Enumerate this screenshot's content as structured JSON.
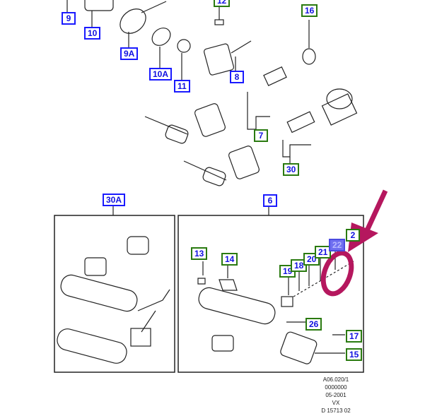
{
  "callouts": {
    "c9": "9",
    "c10": "10",
    "c12": "12",
    "c16": "16",
    "c9a": "9A",
    "c10a": "10A",
    "c11": "11",
    "c8": "8",
    "c7": "7",
    "c30": "30",
    "c30a": "30A",
    "c6": "6",
    "c13": "13",
    "c14": "14",
    "c19": "19",
    "c18": "18",
    "c20": "20",
    "c21": "21",
    "c22": "22",
    "c23": "2",
    "c26": "26",
    "c17": "17",
    "c15": "15"
  },
  "footer": {
    "line1": "A06.020/1",
    "line2": "0000000",
    "line3": "05-2001",
    "line4": "VX",
    "line5": "D 15713 02"
  },
  "colors": {
    "highlight": "#b5175e",
    "label_blue": "#1a1aff",
    "label_green": "#2a7a10"
  }
}
